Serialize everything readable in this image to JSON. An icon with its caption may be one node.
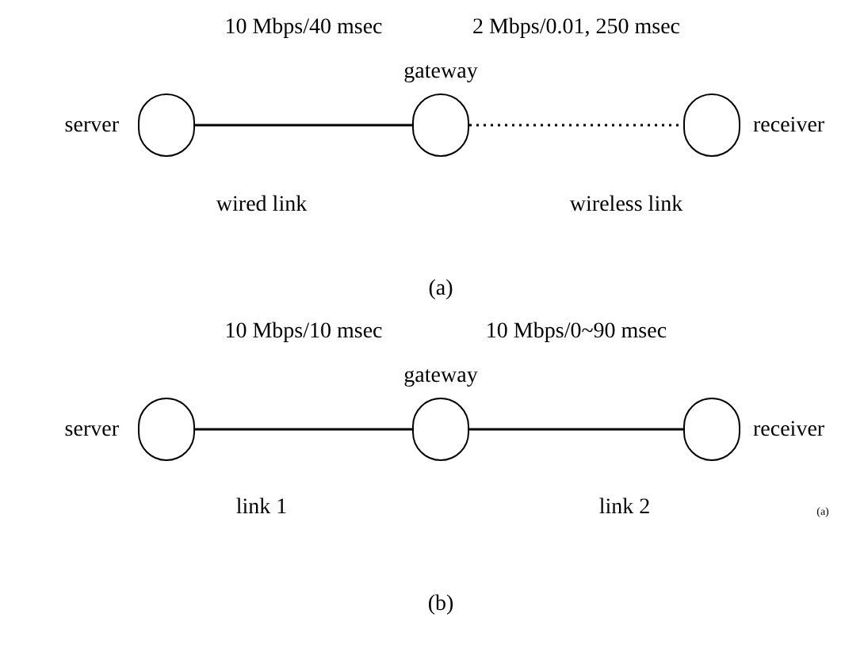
{
  "diagram": {
    "nodes": [
      {
        "text": [],
        "shape": "circle",
        "beside": [
          "server"
        ]
      },
      {
        "text": [],
        "shape": "circle",
        "beside": [
          "gateway"
        ]
      },
      {
        "text": [],
        "shape": "circle",
        "beside": [
          "receiver"
        ]
      },
      {
        "text": [],
        "shape": "circle",
        "beside": [
          "server"
        ]
      },
      {
        "text": [],
        "shape": "circle",
        "beside": [
          "gateway"
        ]
      },
      {
        "text": [],
        "shape": "circle",
        "beside": [
          "receiver"
        ]
      }
    ],
    "edges": [
      {
        "from": 0,
        "to": 1,
        "arrow": "none",
        "label": "10 Mbps/40 msec"
      },
      {
        "from": 1,
        "to": 2,
        "arrow": "none",
        "style": "dashed",
        "label": "2 Mbps/0.01, 250 msec"
      },
      {
        "from": 3,
        "to": 4,
        "arrow": "none",
        "label": "10 Mbps/10 msec"
      },
      {
        "from": 4,
        "to": 5,
        "arrow": "none",
        "label": "10 Mbps/0~90 msec"
      }
    ],
    "labels": [
      "wired link",
      "wireless link",
      "(a)",
      "link 1",
      "link 2",
      "(a)",
      "(b)"
    ]
  }
}
